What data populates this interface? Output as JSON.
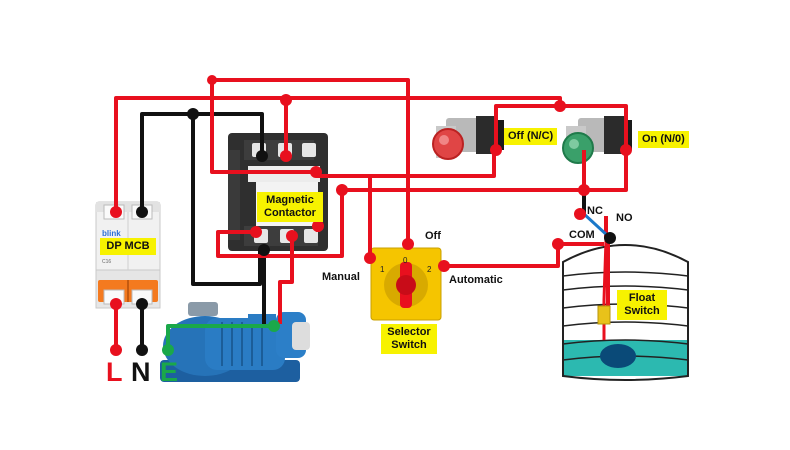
{
  "labels": {
    "mcb": "DP MCB",
    "mcb_brand": "blink",
    "contactor": "Magnetic Contactor",
    "off_nc": "Off (N/C)",
    "on_no": "On (N/0)",
    "selector": "Selector Switch",
    "off": "Off",
    "manual": "Manual",
    "automatic": "Automatic",
    "nc": "NC",
    "no": "NO",
    "com": "COM",
    "float_switch": "Float Switch",
    "pos_1": "1",
    "pos_0": "0",
    "pos_2": "2"
  },
  "terminals": {
    "line": "L",
    "neutral": "N",
    "earth": "E"
  },
  "colors": {
    "phase_wire": "#e8101e",
    "neutral_wire": "#111111",
    "earth_wire": "#1aa84a",
    "label_bg": "#f7f200",
    "mcb_handle": "#f47a1f",
    "pump_body": "#2673b8",
    "tank_water": "#2cb9b0",
    "selector_knob": "#e8101e",
    "selector_base": "#f5c500",
    "off_button": "#e04545",
    "on_button": "#3aa06a"
  }
}
